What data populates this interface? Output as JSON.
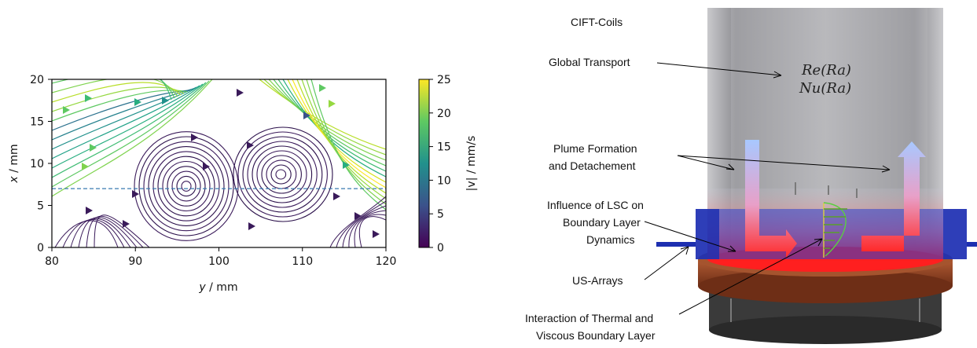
{
  "left_plot": {
    "x_axis": {
      "label_var": "y",
      "label_unit": " / mm",
      "ticks": [
        "80",
        "90",
        "100",
        "110",
        "120"
      ],
      "range": [
        80,
        120
      ]
    },
    "y_axis": {
      "label_var": "x",
      "label_unit": " / mm",
      "ticks": [
        "0",
        "5",
        "10",
        "15",
        "20"
      ],
      "range": [
        0,
        20
      ]
    },
    "colorbar": {
      "label": "|v| / mm/s",
      "ticks": [
        "0",
        "5",
        "10",
        "15",
        "20",
        "25"
      ],
      "range": [
        0,
        25
      ],
      "colormap": "viridis"
    },
    "dashed_line_x_value": 7
  },
  "right_diagram": {
    "labels": {
      "cift_coils": "CIFT-Coils",
      "global_transport": "Global Transport",
      "plume_line1": "Plume Formation",
      "plume_line2": "and Detachement",
      "lsc_line1": "Influence of LSC on",
      "lsc_line2": "Boundary Layer",
      "lsc_line3": "Dynamics",
      "us_arrays": "US-Arrays",
      "thermal_line1": "Interaction of Thermal and",
      "thermal_line2": "Viscous Boundary Layer"
    },
    "formula_re": "Re(Ra)",
    "formula_nu": "Nu(Ra)"
  },
  "colors": {
    "hot": "#ff2a2a",
    "cold": "#a8c8ff",
    "coil_blue": "#2a3fd0",
    "copper": "#9a4a2a",
    "cylinder_gray": "#a8a8ac"
  }
}
